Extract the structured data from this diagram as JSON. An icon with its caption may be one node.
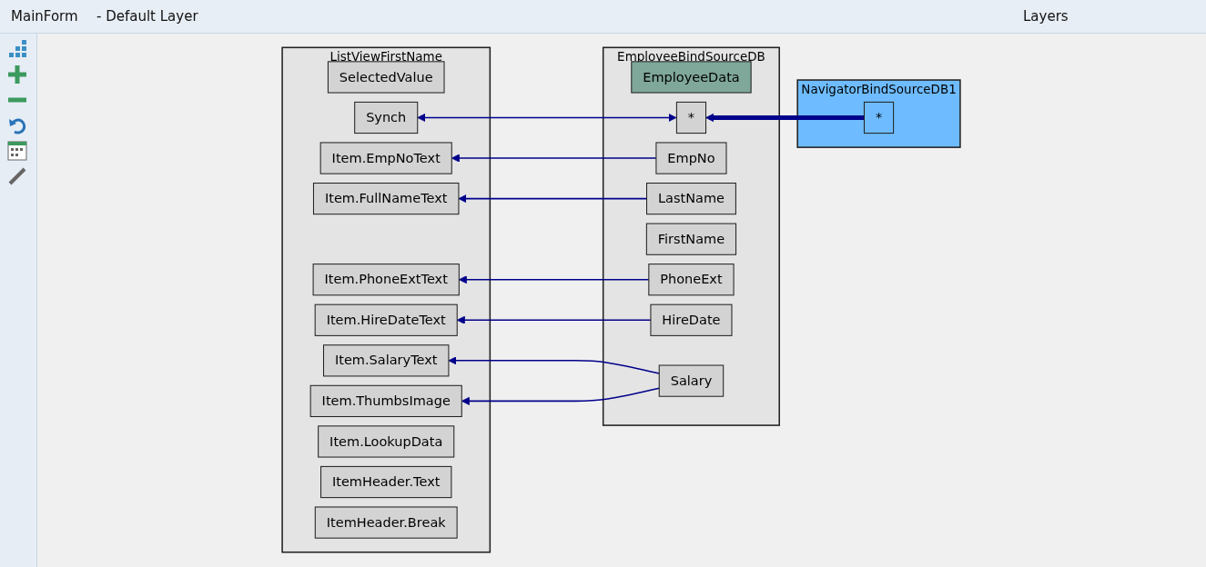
{
  "diagram": {
    "nodes": [
      {
        "text": [
          "ListViewFirstName"
        ]
      },
      {
        "text": [
          "SelectedValue"
        ],
        "in": 0
      },
      {
        "text": [
          "Synch"
        ],
        "in": 0
      },
      {
        "text": [
          "Item.SalaryText"
        ],
        "in": 0
      },
      {
        "text": [
          "Item.HireDateText"
        ],
        "in": 0
      },
      {
        "text": [
          "Item.PhoneExtText"
        ],
        "in": 0
      },
      {
        "text": [
          "Item.EmpNoText"
        ],
        "in": 0
      },
      {
        "text": [
          "Item.ThumbsImage"
        ],
        "in": 0
      },
      {
        "text": [
          "Item.FullNameText"
        ],
        "in": 0
      },
      {
        "text": [
          "Item.LookupData"
        ],
        "in": 0
      },
      {
        "text": [
          "ItemHeader.Text"
        ],
        "in": 0
      },
      {
        "text": [
          "ItemHeader.Break"
        ],
        "in": 0
      },
      {
        "text": [
          "EmployeeBindSourceDB"
        ]
      },
      {
        "text": [
          "EmployeeData"
        ],
        "in": 12
      },
      {
        "text": [
          "*"
        ],
        "in": 12
      },
      {
        "text": [
          "EmpNo"
        ],
        "in": 12
      },
      {
        "text": [
          "LastName"
        ],
        "in": 12
      },
      {
        "text": [
          "FirstName"
        ],
        "in": 12
      },
      {
        "text": [
          "PhoneExt"
        ],
        "in": 12
      },
      {
        "text": [
          "HireDate"
        ],
        "in": 12
      },
      {
        "text": [
          "Salary"
        ],
        "in": 12
      },
      {
        "text": [
          "NavigatorBindSourceDB1"
        ]
      },
      {
        "text": [
          "*"
        ],
        "in": 21
      }
    ],
    "edges": [
      {
        "from": 14,
        "to": 2,
        "arrow": "both"
      },
      {
        "from": 20,
        "to": 3,
        "arrow": "to"
      },
      {
        "from": 19,
        "to": 4,
        "arrow": "to"
      },
      {
        "from": 18,
        "to": 5,
        "arrow": "to"
      },
      {
        "from": 15,
        "to": 6,
        "arrow": "to"
      },
      {
        "from": 20,
        "to": 7,
        "arrow": "to"
      },
      {
        "from": 16,
        "to": 8,
        "arrow": "to"
      },
      {
        "from": 22,
        "to": 14,
        "arrow": "to",
        "style": "thick"
      }
    ],
    "labels": [
      "MainForm",
      "- Default Layer",
      "Layers"
    ]
  }
}
